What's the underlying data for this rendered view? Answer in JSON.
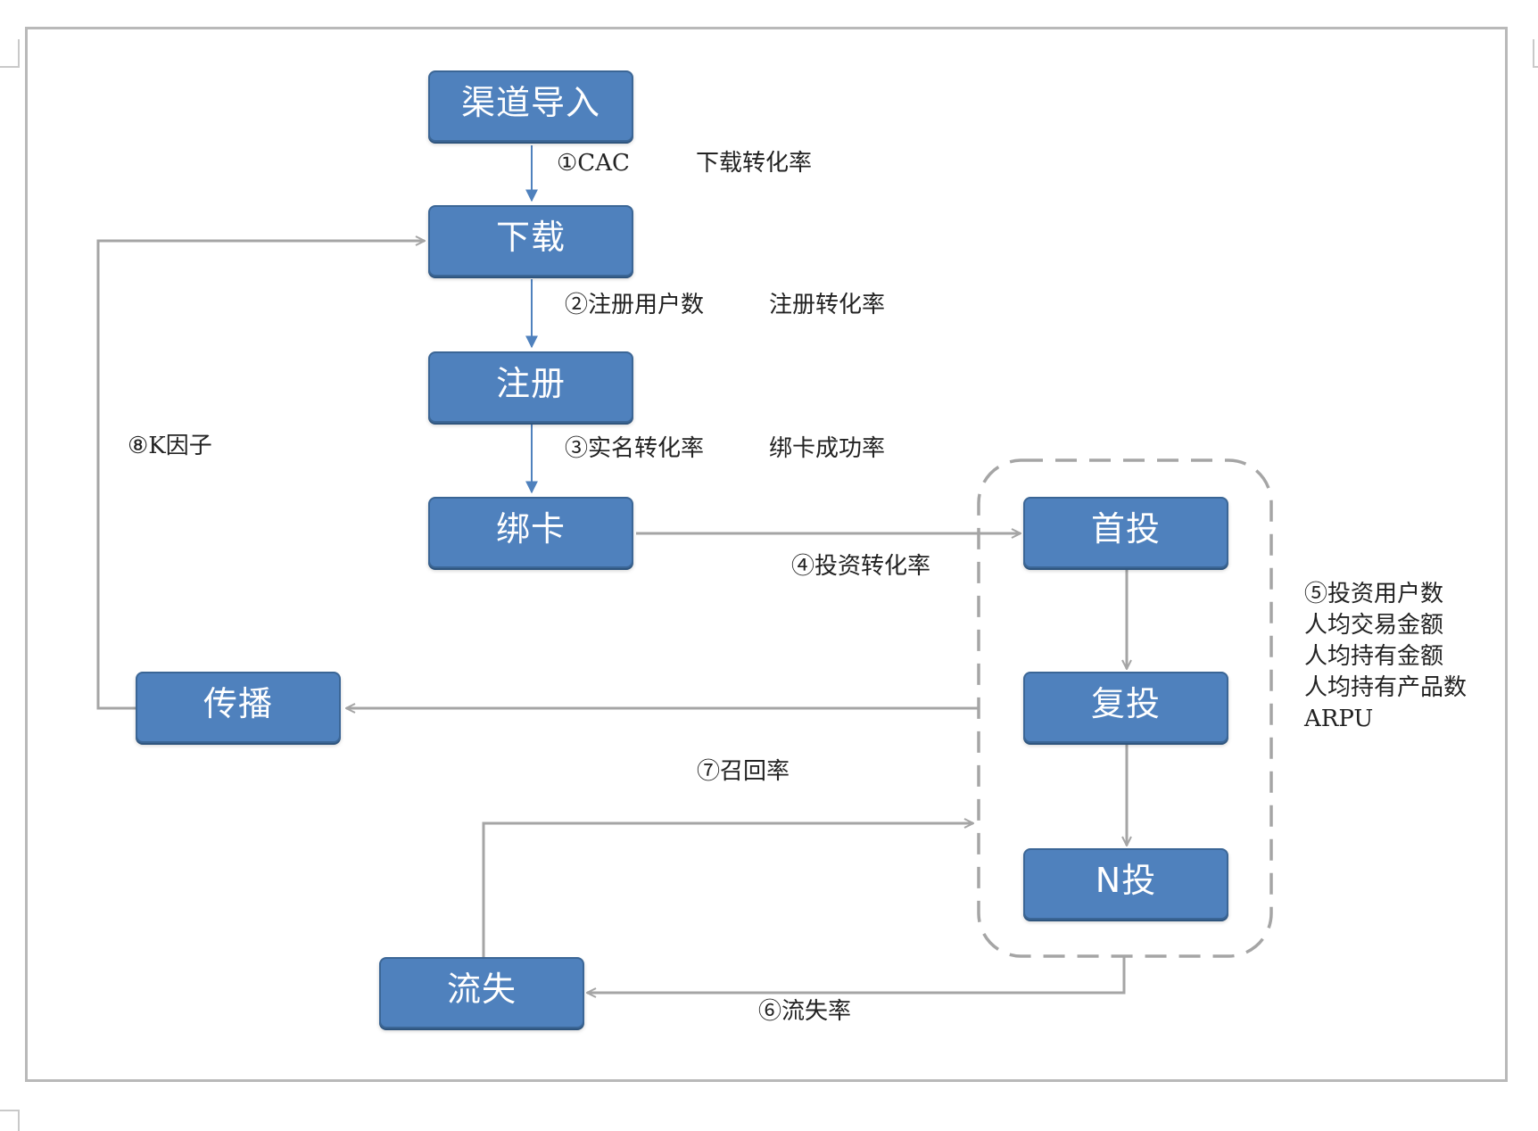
{
  "nodes": {
    "channel_import": "渠道导入",
    "download": "下载",
    "register": "注册",
    "bind_card": "绑卡",
    "first_invest": "首投",
    "repeat_invest": "复投",
    "n_invest": "N投",
    "spread": "传播",
    "churn": "流失"
  },
  "labels": {
    "cac": "①CAC",
    "download_rate": "下载转化率",
    "register_users": "②注册用户数",
    "register_rate": "注册转化率",
    "realname_rate": "③实名转化率",
    "bind_card_rate": "绑卡成功率",
    "invest_rate": "④投资转化率",
    "churn_rate": "⑥流失率",
    "recall_rate": "⑦召回率",
    "k_factor": "⑧K因子"
  },
  "metrics": {
    "lines": [
      "⑤投资用户数",
      "人均交易金额",
      "人均持有金额",
      "人均持有产品数",
      "ARPU"
    ]
  },
  "colors": {
    "node_fill": "#4f81bd",
    "node_border": "#3b6696",
    "blue_arrow": "#4f81bd",
    "gray_arrow": "#a5a5a5",
    "group_dash": "#a5a5a5"
  }
}
